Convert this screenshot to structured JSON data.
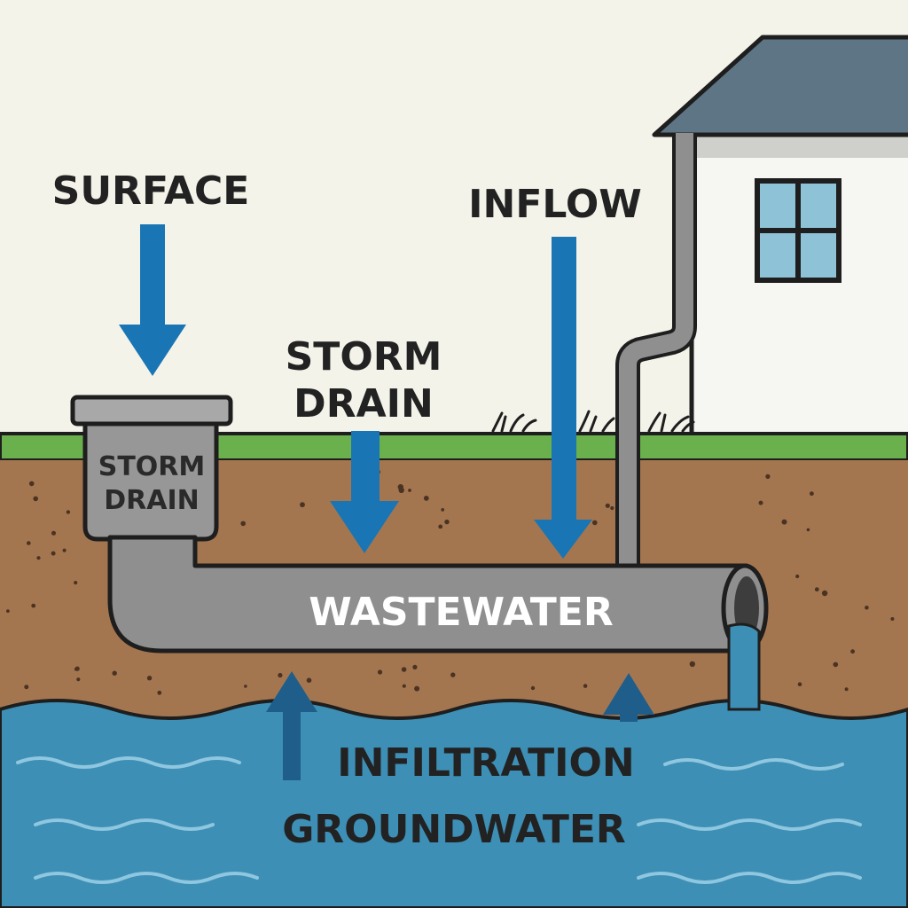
{
  "labels": {
    "surface": "SURFACE",
    "inflow": "INFLOW",
    "storm_drain_line1": "STORM",
    "storm_drain_line2": "DRAIN",
    "inlet_line1": "STORM",
    "inlet_line2": "DRAIN",
    "pipe": "WASTEWATER",
    "infiltration": "INFILTRATION",
    "groundwater": "GROUNDWATER"
  },
  "colors": {
    "sky": "#f4f3ea",
    "soil": "#a47650",
    "grass": "#6ab04c",
    "pipe": "#8f8f8f",
    "groundwater": "#3d8fb5",
    "arrow_blue": "#1a75b4",
    "arrow_dark": "#1f5e8a",
    "roof": "#5e7585",
    "house_wall": "#f6f6f2",
    "window_glass": "#8ec3d7",
    "outline": "#1e1e1e"
  },
  "icons": [
    "down-arrow-icon",
    "up-arrow-icon",
    "house-icon",
    "downspout-icon",
    "storm-drain-inlet-icon",
    "grass-tuft-icon"
  ]
}
